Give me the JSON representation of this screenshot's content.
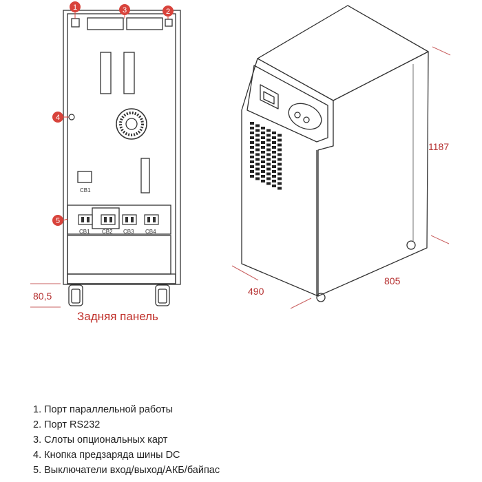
{
  "markers": [
    {
      "id": "1",
      "label": "1"
    },
    {
      "id": "2",
      "label": "2"
    },
    {
      "id": "3",
      "label": "3"
    },
    {
      "id": "4",
      "label": "4"
    },
    {
      "id": "5",
      "label": "5"
    }
  ],
  "slot_labels": [
    "CB1",
    "CB2",
    "CB3",
    "CB4"
  ],
  "cb_label": "CB1",
  "dimensions": {
    "height": "1187",
    "width": "490",
    "depth": "805",
    "wheel": "80,5"
  },
  "caption": "Задняя панель",
  "legend": [
    "1.  Порт параллельной работы",
    "2. Порт RS232",
    "3. Слоты опциональных карт",
    "4. Кнопка предзаряда шины DC",
    "5. Выключатели вход/выход/АКБ/байпас"
  ],
  "colors": {
    "accent": "#d8433b",
    "line": "#333333",
    "dim": "#c96060"
  }
}
